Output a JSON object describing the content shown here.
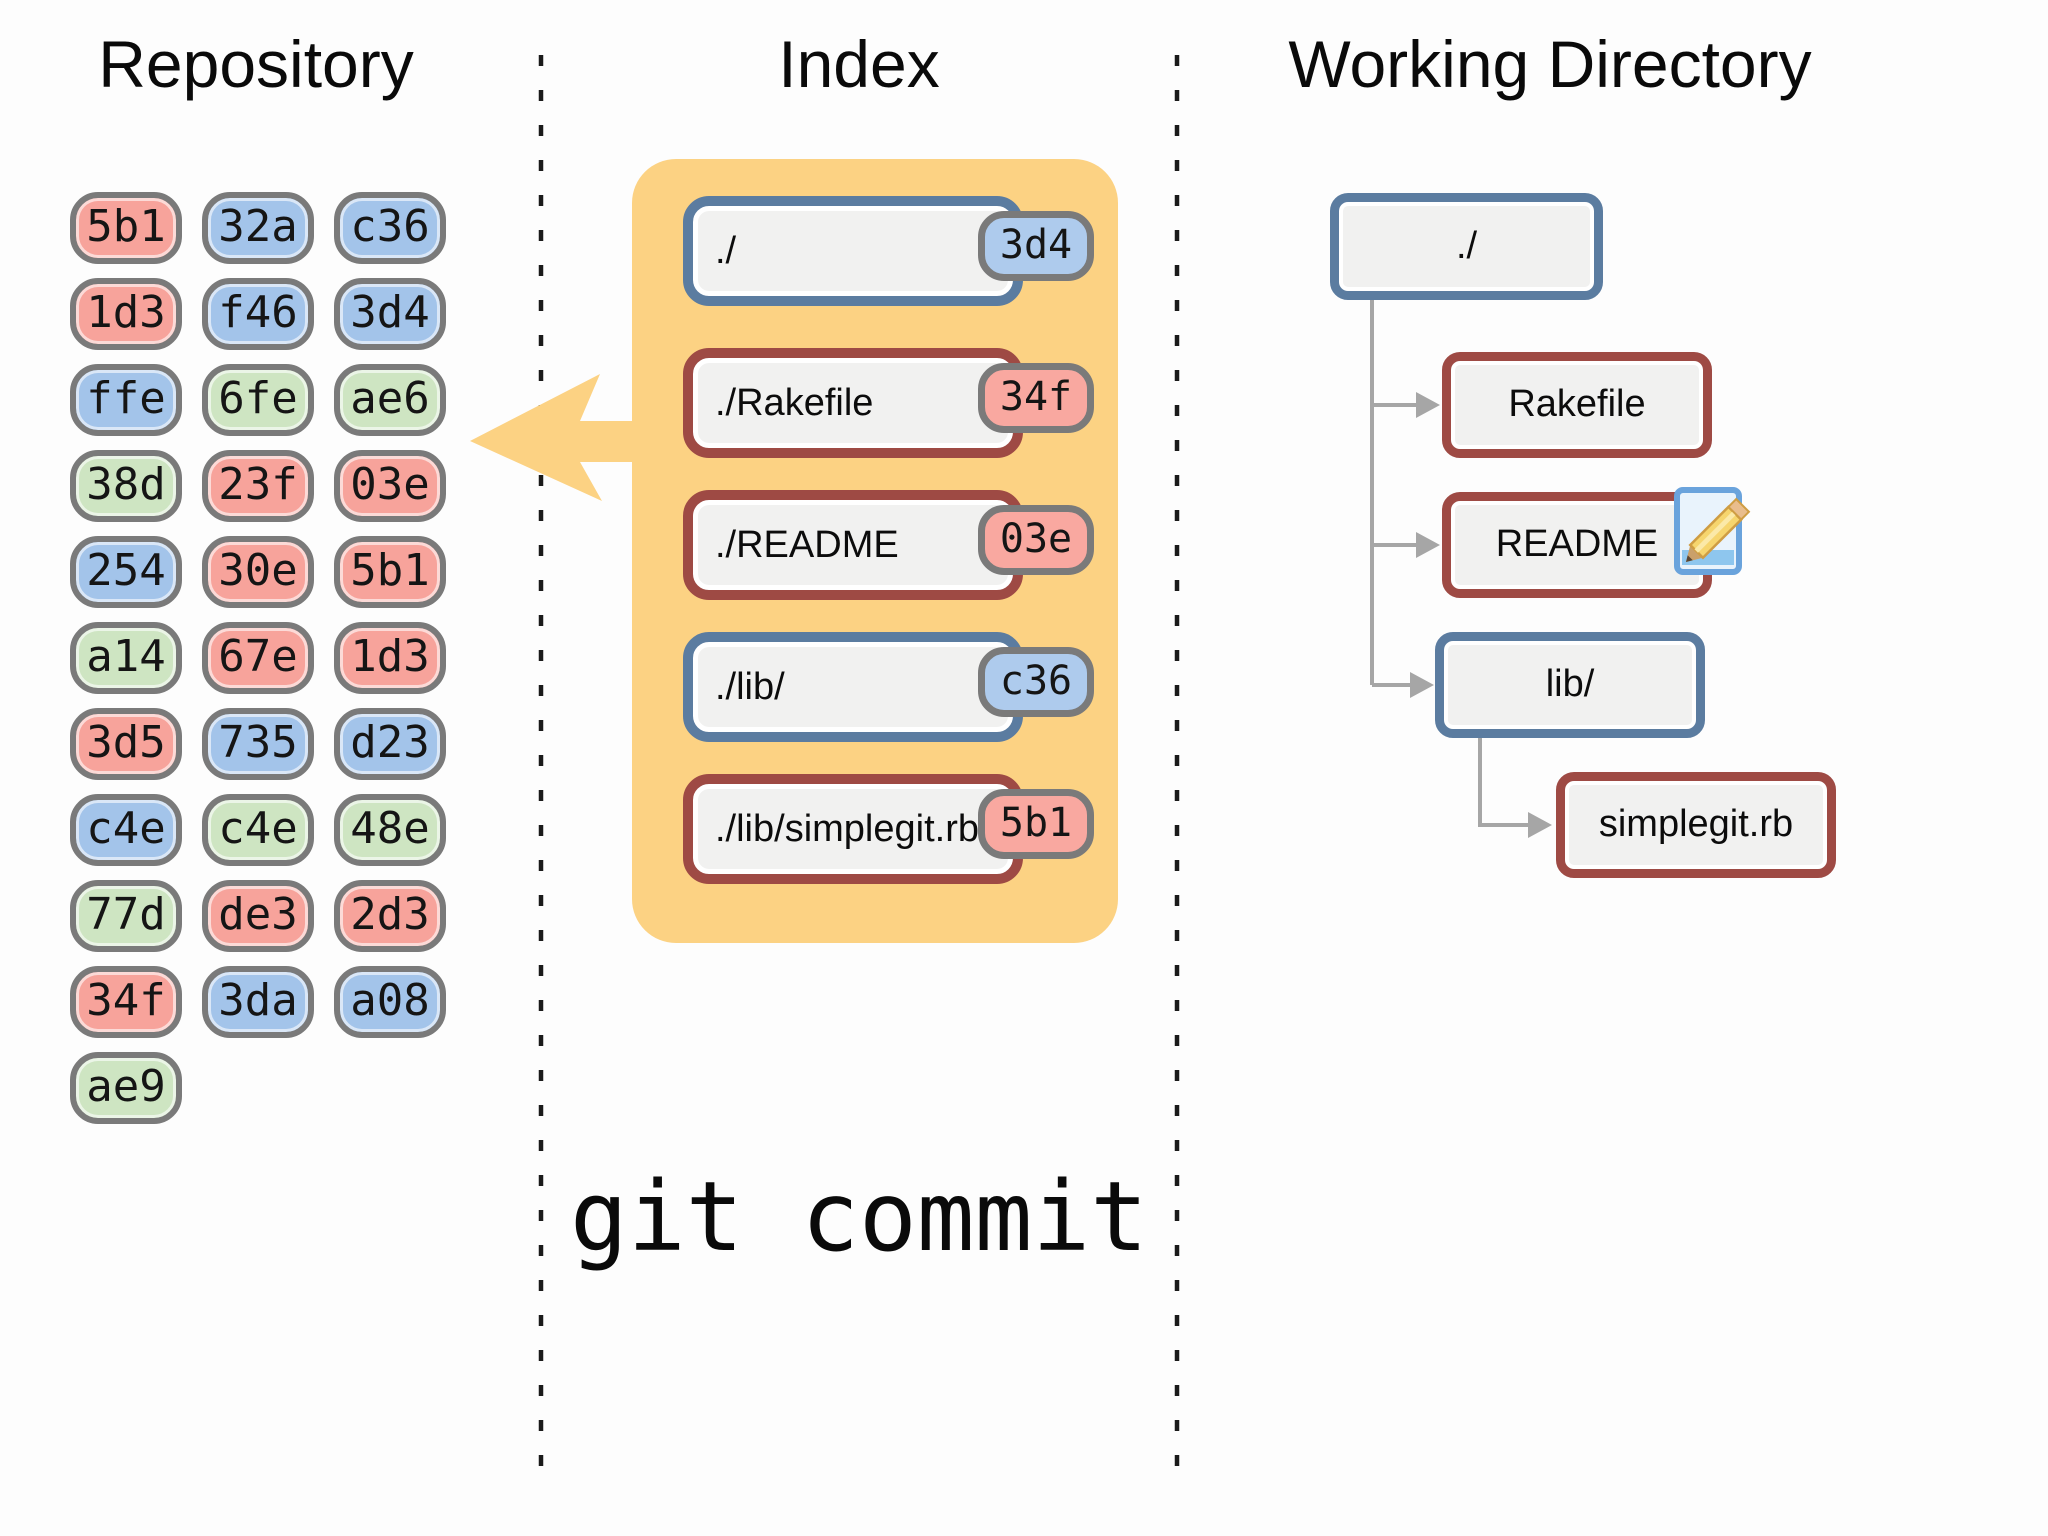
{
  "titles": {
    "repository": "Repository",
    "index": "Index",
    "working_directory": "Working Directory"
  },
  "command": {
    "label": "git commit"
  },
  "colors": {
    "red": "#f7a39b",
    "blue": "#a3c4ea",
    "green": "#cee5c2",
    "badge_blue": "#aecbed",
    "badge_red": "#f9a8a0",
    "yellow": "#fcd283",
    "pill_border": "#7a7a7a",
    "file_border": "#9e4a44",
    "dir_border": "#5b7ca0",
    "box_fill": "#f1f1f0",
    "tree_line": "#a6a6a6"
  },
  "repository": {
    "nodes": [
      {
        "label": "5b1",
        "color": "red"
      },
      {
        "label": "32a",
        "color": "blue"
      },
      {
        "label": "c36",
        "color": "blue"
      },
      {
        "label": "1d3",
        "color": "red"
      },
      {
        "label": "f46",
        "color": "blue"
      },
      {
        "label": "3d4",
        "color": "blue"
      },
      {
        "label": "ffe",
        "color": "blue"
      },
      {
        "label": "6fe",
        "color": "green"
      },
      {
        "label": "ae6",
        "color": "green"
      },
      {
        "label": "38d",
        "color": "green"
      },
      {
        "label": "23f",
        "color": "red"
      },
      {
        "label": "03e",
        "color": "red"
      },
      {
        "label": "254",
        "color": "blue"
      },
      {
        "label": "30e",
        "color": "red"
      },
      {
        "label": "5b1",
        "color": "red"
      },
      {
        "label": "a14",
        "color": "green"
      },
      {
        "label": "67e",
        "color": "red"
      },
      {
        "label": "1d3",
        "color": "red"
      },
      {
        "label": "3d5",
        "color": "red"
      },
      {
        "label": "735",
        "color": "blue"
      },
      {
        "label": "d23",
        "color": "blue"
      },
      {
        "label": "c4e",
        "color": "blue"
      },
      {
        "label": "c4e",
        "color": "green"
      },
      {
        "label": "48e",
        "color": "green"
      },
      {
        "label": "77d",
        "color": "green"
      },
      {
        "label": "de3",
        "color": "red"
      },
      {
        "label": "2d3",
        "color": "red"
      },
      {
        "label": "34f",
        "color": "red"
      },
      {
        "label": "3da",
        "color": "blue"
      },
      {
        "label": "a08",
        "color": "blue"
      },
      {
        "label": "ae9",
        "color": "green"
      }
    ]
  },
  "index": {
    "entries": [
      {
        "path": "./",
        "hash": "3d4",
        "type": "dir",
        "hash_color": "badge_blue"
      },
      {
        "path": "./Rakefile",
        "hash": "34f",
        "type": "file",
        "hash_color": "badge_red"
      },
      {
        "path": "./README",
        "hash": "03e",
        "type": "file",
        "hash_color": "badge_red"
      },
      {
        "path": "./lib/",
        "hash": "c36",
        "type": "dir",
        "hash_color": "badge_blue"
      },
      {
        "path": "./lib/simplegit.rb",
        "hash": "5b1",
        "type": "file",
        "hash_color": "badge_red"
      }
    ]
  },
  "working_directory": {
    "nodes": [
      {
        "label": "./",
        "type": "dir"
      },
      {
        "label": "Rakefile",
        "type": "file"
      },
      {
        "label": "README",
        "type": "file",
        "modified": true
      },
      {
        "label": "lib/",
        "type": "dir"
      },
      {
        "label": "simplegit.rb",
        "type": "file"
      }
    ]
  }
}
